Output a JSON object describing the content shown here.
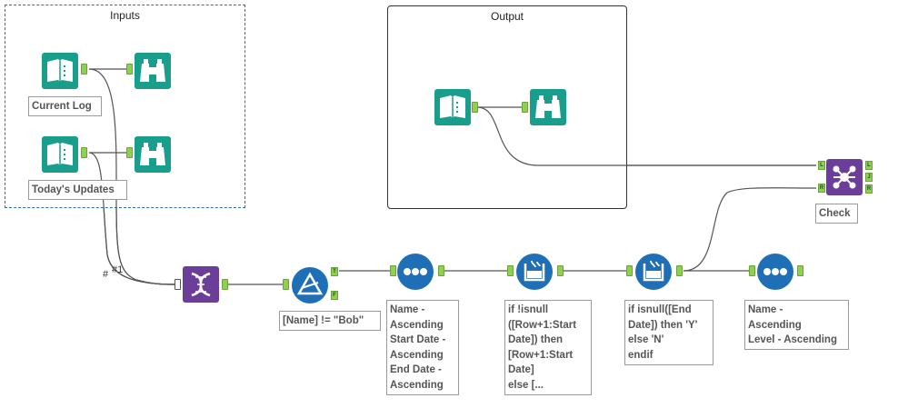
{
  "containers": {
    "inputs_title": "Inputs",
    "output_title": "Output"
  },
  "annotations": {
    "current_log": "Current Log",
    "todays_updates": "Today's Updates",
    "check": "Check",
    "filter": "[Name] != \"Bob\"",
    "sort1": "Name -\nAscending\nStart Date -\nAscending\nEnd Date -\nAscending",
    "formula1": "if !isnull\n([Row+1:Start\nDate]) then\n[Row+1:Start\nDate]\nelse [...",
    "formula2": "if isnull([End\nDate]) then 'Y'\nelse 'N'\nendif",
    "sort2": "Name -\nAscending\nLevel - Ascending"
  },
  "labels": {
    "union_hash": "#",
    "union_hash1": "#1",
    "filter_true": "T",
    "filter_false": "F",
    "join_left_in": "L",
    "join_right_in": "R",
    "join_left_out": "L",
    "join_join_out": "J",
    "join_right_out": "R"
  },
  "colors": {
    "input_tool": "#1a9e8c",
    "browse_tool": "#1a9e8c",
    "union_tool": "#6b3e99",
    "join_tool": "#6b3e99",
    "filter_tool": "#1f6fb7",
    "sort_tool": "#1f6fb7",
    "formula_tool": "#1f6fb7",
    "anchor": "#8fd14f",
    "connection": "#555555"
  }
}
